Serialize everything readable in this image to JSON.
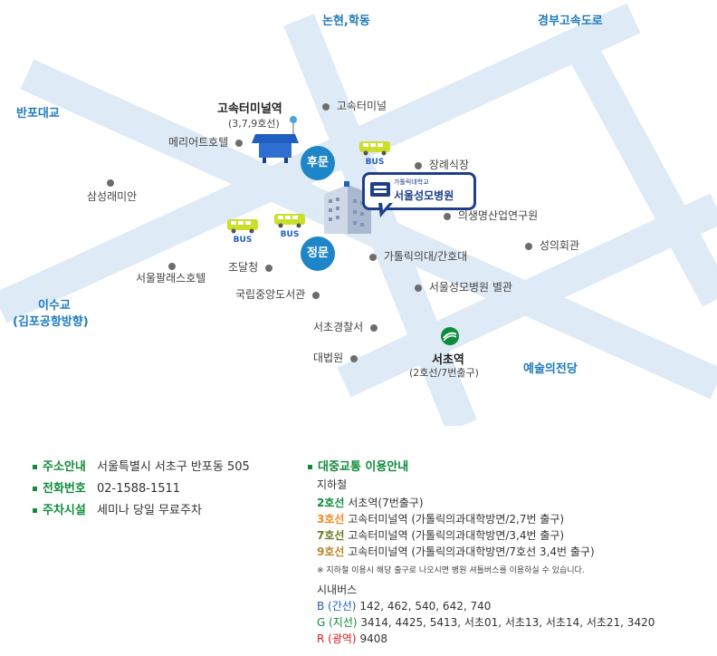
{
  "roads": {
    "nonhyeon": "논현,학동",
    "gyeongbu": "경부고속도로",
    "banpo_bridge": "반포대교",
    "isu": "이수교",
    "isu_sub": "(김포공항방향)",
    "arts": "예술의전당"
  },
  "places": {
    "terminal_station": "고속터미널역",
    "terminal_station_lines": "(3,7,9호선)",
    "bus_terminal": "고속터미널",
    "marriott": "메리어트호텔",
    "samsung_raemian": "삼성래미안",
    "funeral_hall": "장례식장",
    "ethics_institute": "의생명산업연구원",
    "medical_college": "가톨릭의대/간호대",
    "sungui_hall": "성의회관",
    "seoul_palace": "서울팔래스호텔",
    "jodalcheong": "조달청",
    "central_library": "국립중앙도서관",
    "annex": "서울성모병원 별관",
    "police": "서초경찰서",
    "court": "대법원",
    "seocho_station": "서초역",
    "seocho_station_sub": "(2호선/7번출구)"
  },
  "gates": {
    "back": "후문",
    "main": "정문"
  },
  "bus_label": "BUS",
  "hospital": {
    "small": "가톨릭대학교",
    "name": "서울성모병원"
  },
  "info": {
    "address_label": "주소안내",
    "address": "서울특별시 서초구 반포동 505",
    "phone_label": "전화번호",
    "phone": "02-1588-1511",
    "parking_label": "주차시설",
    "parking": "세미나 당일 무료주차",
    "transit_title": "대중교통 이용안내",
    "subway_title": "지하철",
    "subway": [
      {
        "line": "2호선",
        "color": "#0f8c3b",
        "desc": "서초역(7번출구)"
      },
      {
        "line": "3호선",
        "color": "#f08a1d",
        "desc": "고속터미널역 (가톨릭의과대학방면/2,7번 출구)"
      },
      {
        "line": "7호선",
        "color": "#6e7a1f",
        "desc": "고속터미널역 (가톨릭의과대학방면/3,4번 출구)"
      },
      {
        "line": "9호선",
        "color": "#b8892a",
        "desc": "고속터미널역 (가톨릭의과대학방면/7호선 3,4번 출구)"
      }
    ],
    "subway_note": "※ 지하철 이용시 해당 출구로 나오시면 병원 셔틀버스를 이용하실 수 있습니다.",
    "bus_title": "시내버스",
    "buses": [
      {
        "type": "B (간선)",
        "color": "#1e5fbf",
        "routes": "142, 462, 540, 642, 740"
      },
      {
        "type": "G (지선)",
        "color": "#0f8c3b",
        "routes": "3414, 4425, 5413, 서초01, 서초13, 서초14, 서초21, 3420"
      },
      {
        "type": "R (광역)",
        "color": "#d32020",
        "routes": "9408"
      }
    ]
  },
  "colors": {
    "road": "#deeaf6",
    "accent_blue": "#1e86c8",
    "bus_yellow": "#c9df2b",
    "hospital_navy": "#1f3f86",
    "green": "#0f8c3b"
  }
}
